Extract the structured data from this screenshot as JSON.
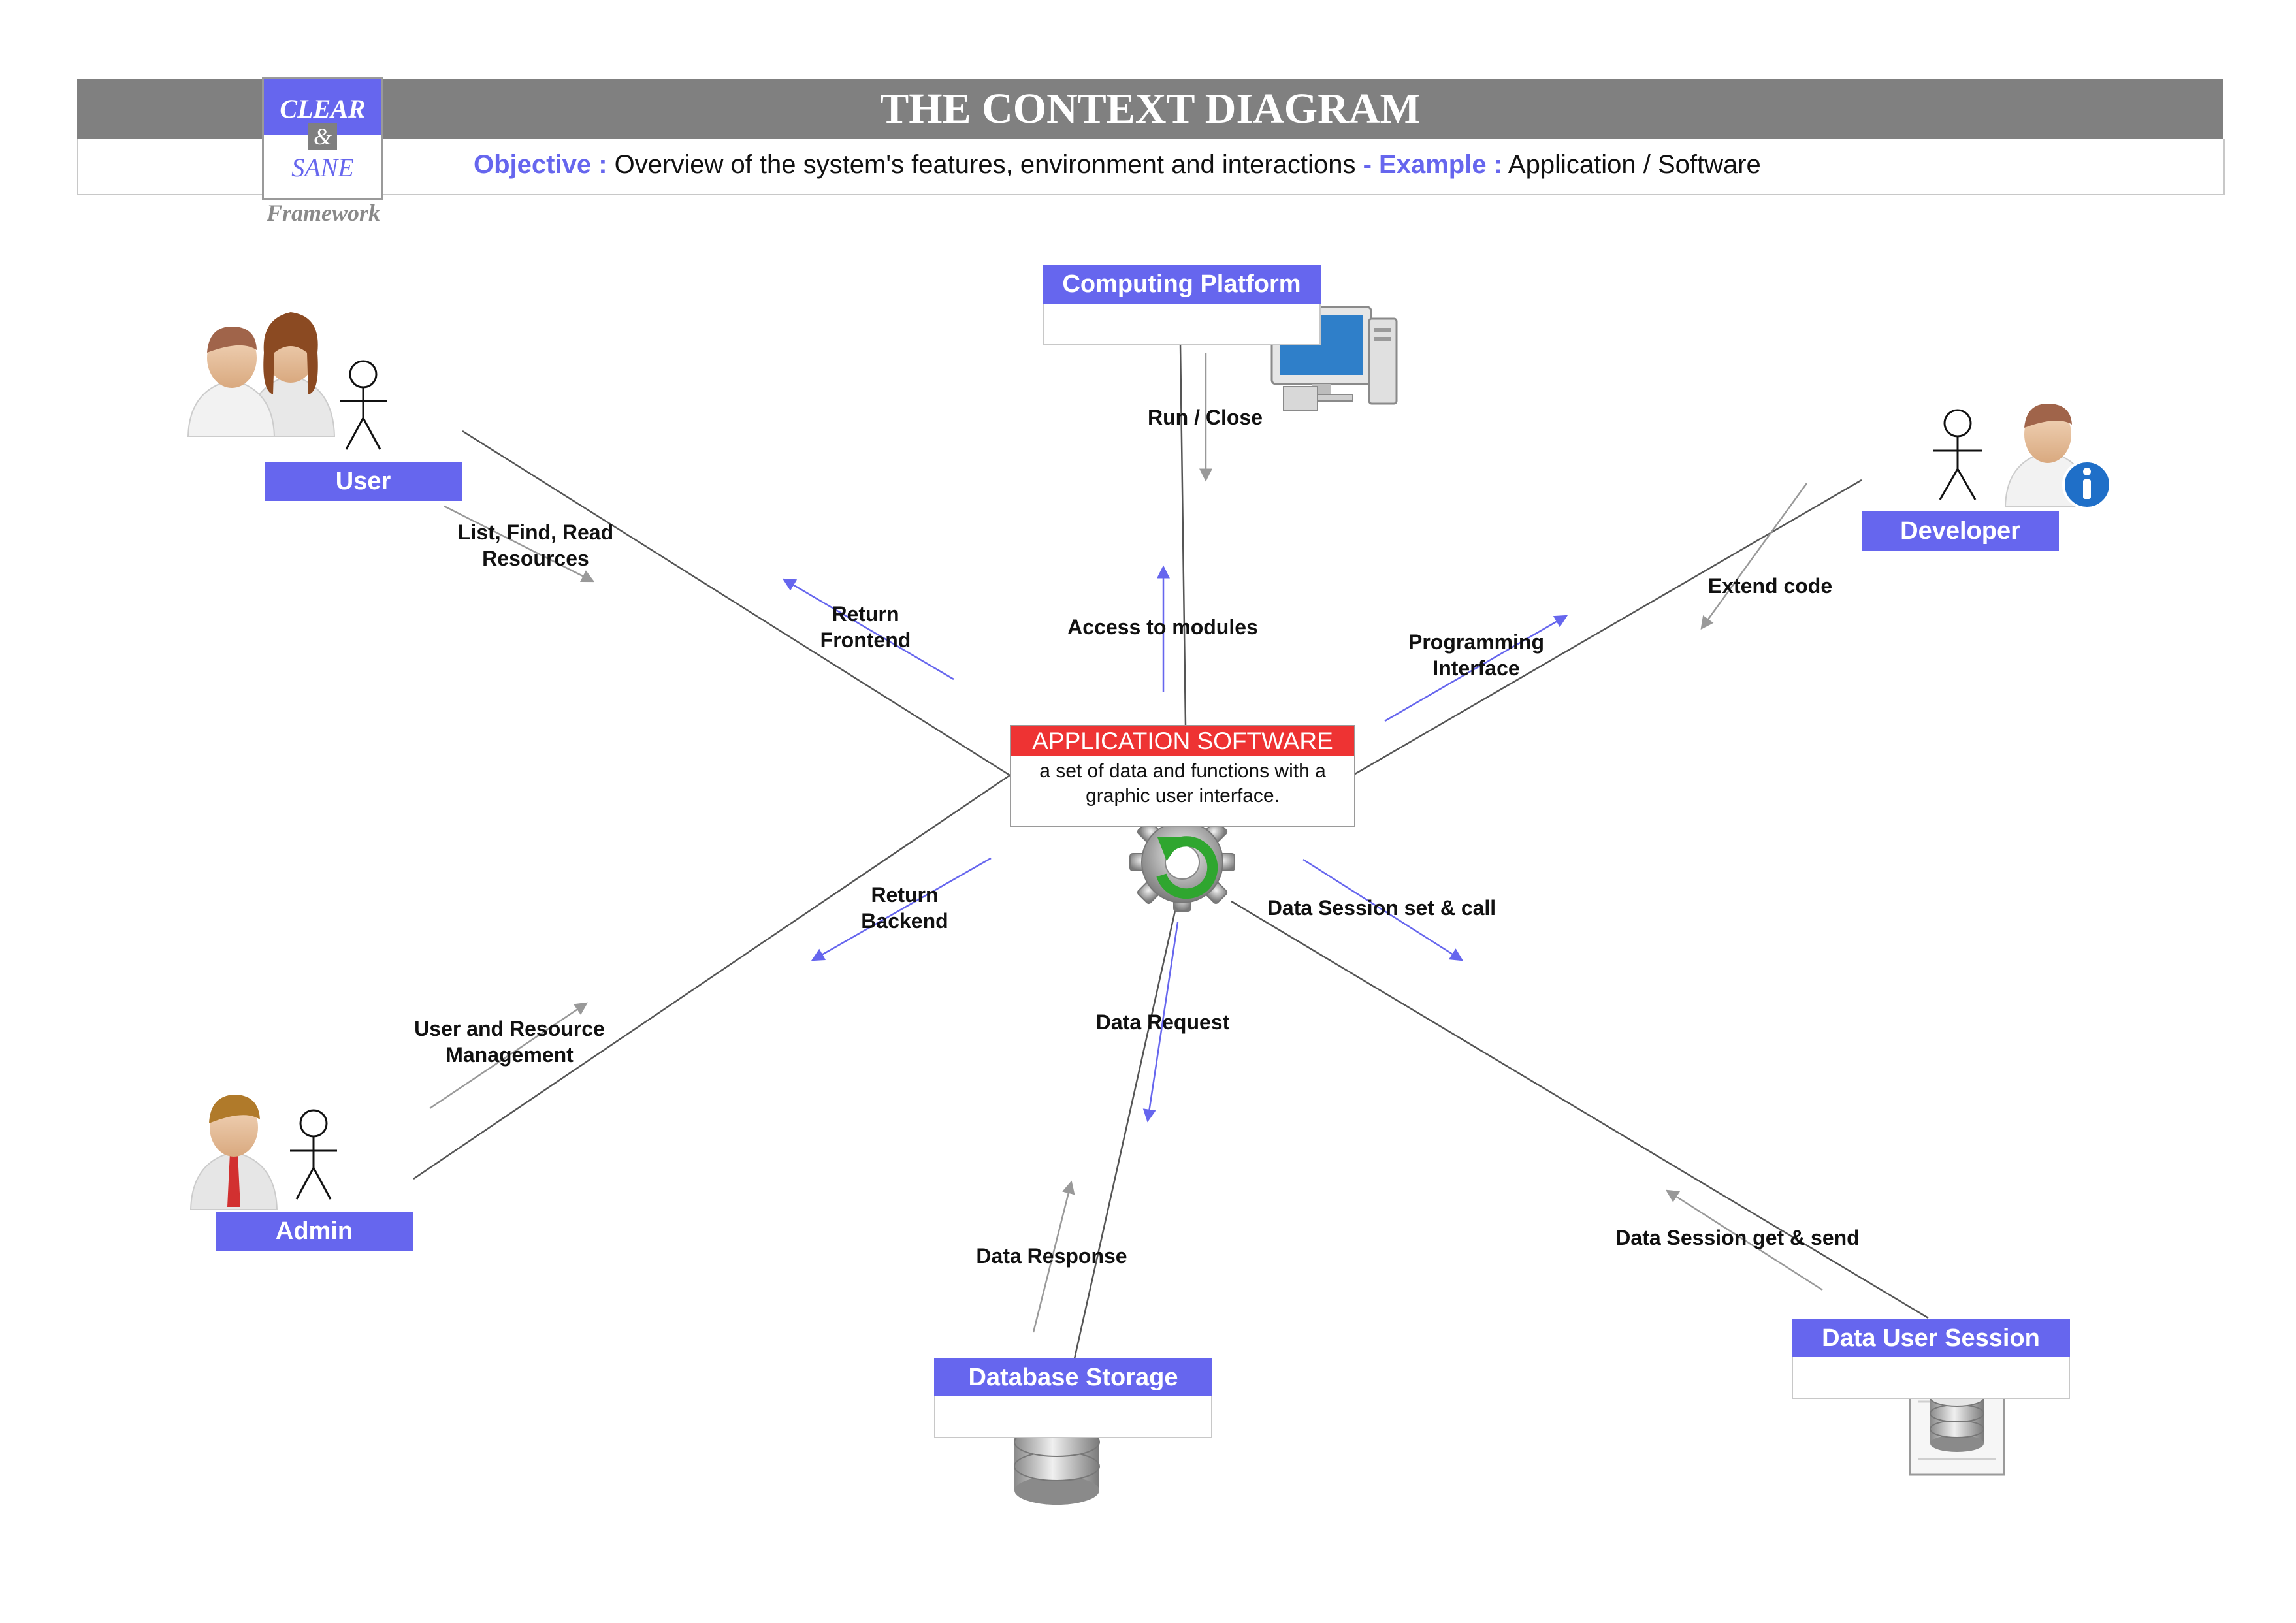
{
  "header": {
    "title": "THE CONTEXT DIAGRAM",
    "objective_label": "Objective :",
    "objective_text": "Overview of the system's features, environment and interactions",
    "separator": "-",
    "example_label": "Example  :",
    "example_text": "Application / Software"
  },
  "logo": {
    "clear": "CLEAR",
    "amp": "&",
    "sane": "SANE",
    "framework": "Framework"
  },
  "center": {
    "title": "APPLICATION SOFTWARE",
    "description": "a set of data and functions with a graphic user interface."
  },
  "nodes": {
    "computing_platform": "Computing Platform",
    "user": "User",
    "developer": "Developer",
    "admin": "Admin",
    "database_storage": "Database Storage",
    "data_user_session": "Data User Session"
  },
  "edges": {
    "run_close": "Run / Close",
    "access_modules": "Access to modules",
    "list_find_read_1": "List, Find, Read",
    "list_find_read_2": "Resources",
    "return_frontend_1": "Return",
    "return_frontend_2": "Frontend",
    "extend_code": "Extend code",
    "programming_interface_1": "Programming",
    "programming_interface_2": "Interface",
    "return_backend_1": "Return",
    "return_backend_2": "Backend",
    "user_resource_mgmt_1": "User and Resource",
    "user_resource_mgmt_2": "Management",
    "data_session_set_call": "Data Session set & call",
    "data_request": "Data Request",
    "data_response": "Data Response",
    "data_session_get_send": "Data Session get & send"
  },
  "colors": {
    "accent": "#6666ee",
    "header_bar": "#808080",
    "center_title": "#ee3333",
    "connector": "#555555",
    "arrow_gray": "#999999"
  },
  "icons": [
    "users-icon",
    "actor-icon",
    "computer-icon",
    "developer-info-icon",
    "admin-icon",
    "gear-refresh-icon",
    "database-icon",
    "document-database-icon"
  ]
}
